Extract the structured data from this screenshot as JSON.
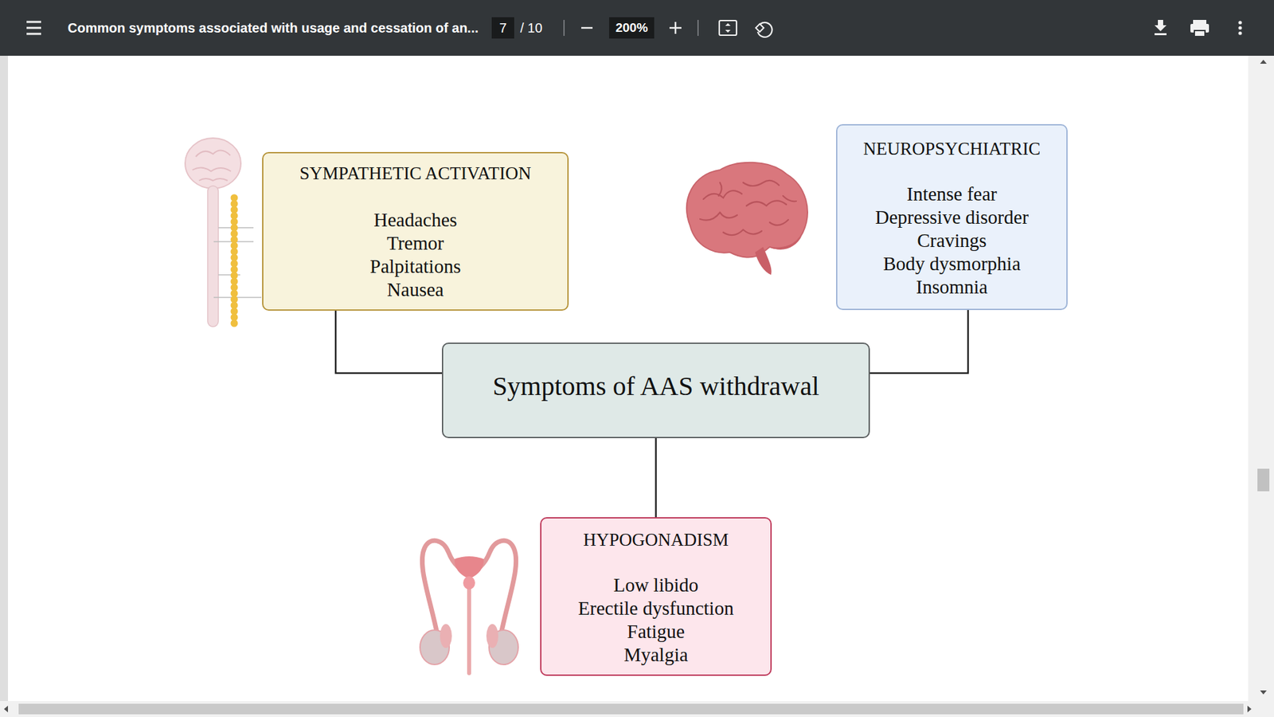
{
  "diagram": {
    "nodes": [
      {
        "text": [
          "SYMPATHETIC ACTIVATION",
          "Headaches",
          "Tremor",
          "Palpitations",
          "Nausea"
        ]
      },
      {
        "text": [
          "NEUROPSYCHIATRIC",
          "Intense fear",
          "Depressive disorder",
          "Cravings",
          "Body dysmorphia",
          "Insomnia"
        ]
      },
      {
        "text": [
          "Symptoms of AAS withdrawal"
        ]
      },
      {
        "text": [
          "HYPOGONADISM",
          "Low libido",
          "Erectile dysfunction",
          "Fatigue",
          "Myalgia"
        ]
      }
    ],
    "edges": [
      {
        "from": 2,
        "to": 0,
        "arrow": "none"
      },
      {
        "from": 2,
        "to": 1,
        "arrow": "none"
      },
      {
        "from": 2,
        "to": 3,
        "arrow": "none"
      }
    ],
    "labels": [
      "Common symptoms associated with usage and cessation of an...",
      "7",
      "/ 10",
      "200%"
    ]
  }
}
